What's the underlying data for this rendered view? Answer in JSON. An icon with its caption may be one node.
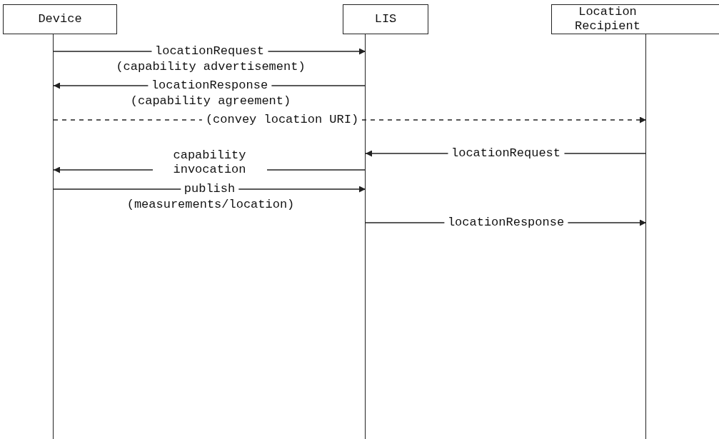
{
  "diagram": {
    "nodes": [
      {
        "text": [
          "Device"
        ]
      },
      {
        "text": [
          "LIS"
        ]
      },
      {
        "text": [
          "Location Recipient"
        ]
      },
      {
        "text": [],
        "shape": "line"
      },
      {
        "text": [],
        "shape": "line"
      },
      {
        "text": [],
        "shape": "line"
      }
    ],
    "edges": [
      {
        "from": 3,
        "to": 4,
        "arrow": "to",
        "label": "locationRequest"
      },
      {
        "from": 4,
        "to": 3,
        "arrow": "to",
        "label": "locationResponse"
      },
      {
        "from": 3,
        "to": 5,
        "arrow": "to",
        "label": "(convey location URI)",
        "style": "dashed"
      },
      {
        "from": 5,
        "to": 4,
        "arrow": "to",
        "label": "locationRequest"
      },
      {
        "from": 4,
        "to": 3,
        "arrow": "to",
        "label": "capability invocation"
      },
      {
        "from": 3,
        "to": 4,
        "arrow": "to",
        "label": "publish"
      },
      {
        "from": 4,
        "to": 5,
        "arrow": "to",
        "label": "locationResponse"
      }
    ],
    "labels": [
      "(capability advertisement)",
      "(capability agreement)",
      "(measurements/location)"
    ]
  }
}
